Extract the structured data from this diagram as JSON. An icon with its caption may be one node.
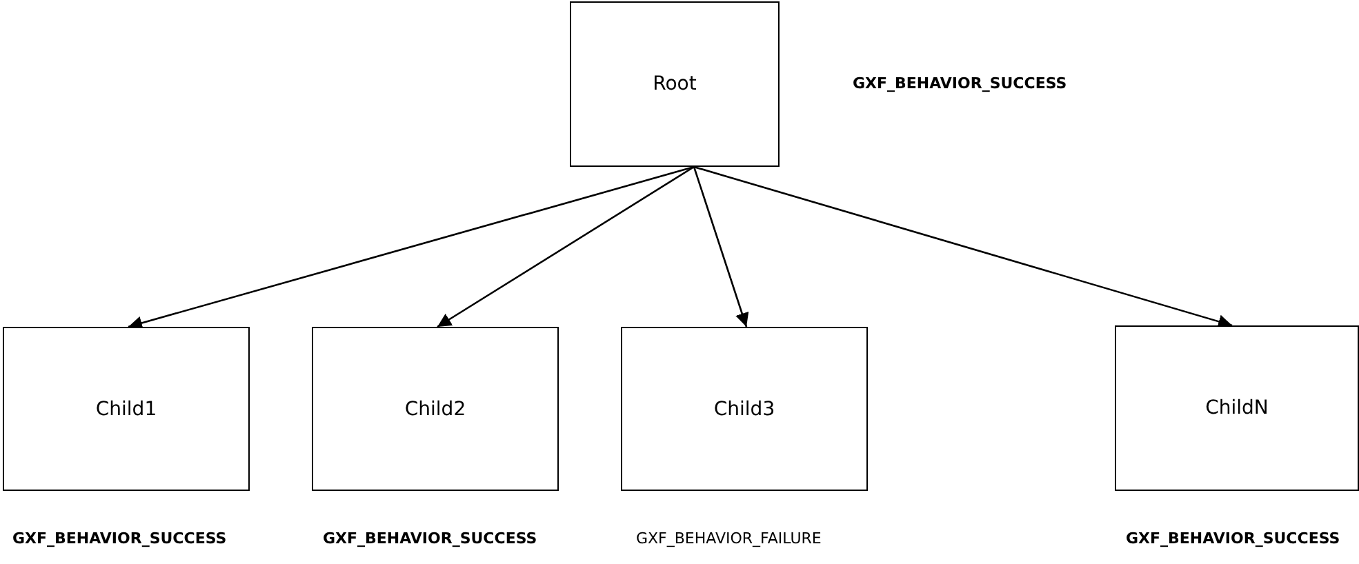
{
  "diagram": {
    "nodes": [
      {
        "text": [
          "Root"
        ]
      },
      {
        "text": [
          "Child1"
        ],
        "beside": [
          "GXF_BEHAVIOR_SUCCESS"
        ]
      },
      {
        "text": [
          "Child2"
        ],
        "beside": [
          "GXF_BEHAVIOR_SUCCESS"
        ]
      },
      {
        "text": [
          "Child3"
        ],
        "beside": [
          "GXF_BEHAVIOR_FAILURE"
        ]
      },
      {
        "text": [
          "ChildN"
        ],
        "beside": [
          "GXF_BEHAVIOR_SUCCESS"
        ]
      }
    ],
    "edges": [
      {
        "from": 0,
        "to": 1,
        "arrow": "to"
      },
      {
        "from": 0,
        "to": 2,
        "arrow": "to"
      },
      {
        "from": 0,
        "to": 3,
        "arrow": "to"
      },
      {
        "from": 0,
        "to": 4,
        "arrow": "to"
      }
    ],
    "labels": [
      "GXF_BEHAVIOR_SUCCESS"
    ]
  }
}
